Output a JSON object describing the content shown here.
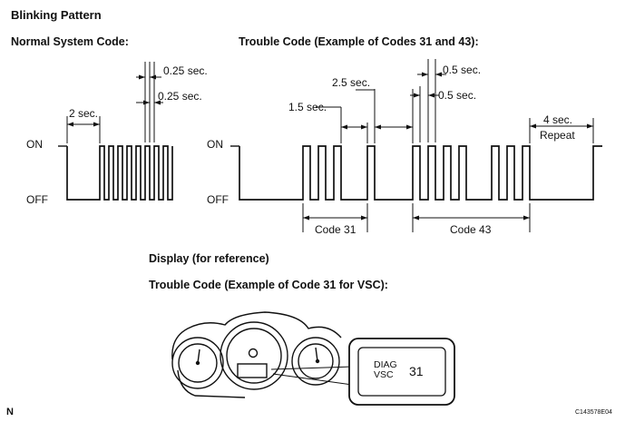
{
  "heading": "Blinking Pattern",
  "normal": {
    "title": "Normal System Code:",
    "on": "ON",
    "off": "OFF",
    "dur_2": "2 sec.",
    "dur_on": "0.25 sec.",
    "dur_off": "0.25 sec."
  },
  "trouble": {
    "title": "Trouble Code (Example of Codes 31 and 43):",
    "on": "ON",
    "off": "OFF",
    "dur_15": "1.5 sec.",
    "dur_25": "2.5 sec.",
    "dur_05a": "0.5 sec.",
    "dur_05b": "0.5 sec.",
    "dur_4": "4 sec.",
    "repeat": "Repeat",
    "code_a": "Code 31",
    "code_b": "Code 43"
  },
  "display": {
    "title": "Display (for reference)",
    "subtitle": "Trouble Code (Example of Code 31 for VSC):",
    "diag": "DIAG",
    "vsc": "VSC",
    "code": "31"
  },
  "footer": {
    "left": "N",
    "right": "C143578E04"
  }
}
